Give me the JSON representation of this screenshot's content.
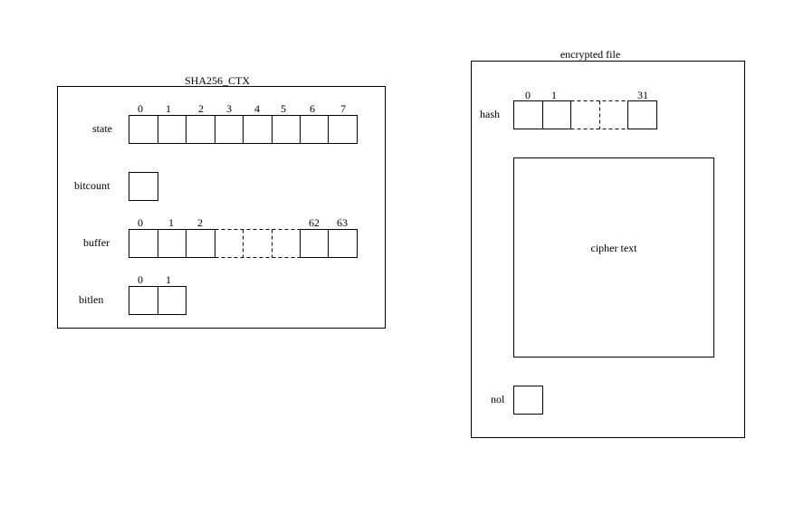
{
  "sha_ctx": {
    "title": "SHA256_CTX",
    "state": {
      "label": "state",
      "indices": [
        "0",
        "1",
        "2",
        "3",
        "4",
        "5",
        "6",
        "7"
      ]
    },
    "bitcount": {
      "label": "bitcount"
    },
    "buffer": {
      "label": "buffer",
      "indices": [
        "0",
        "1",
        "2",
        "62",
        "63"
      ]
    },
    "bitlen": {
      "label": "bitlen",
      "indices": [
        "0",
        "1"
      ]
    }
  },
  "encrypted_file": {
    "title": "encrypted file",
    "hash": {
      "label": "hash",
      "indices": [
        "0",
        "1",
        "31"
      ]
    },
    "cipher": {
      "label": "cipher text"
    },
    "nol": {
      "label": "nol"
    }
  }
}
